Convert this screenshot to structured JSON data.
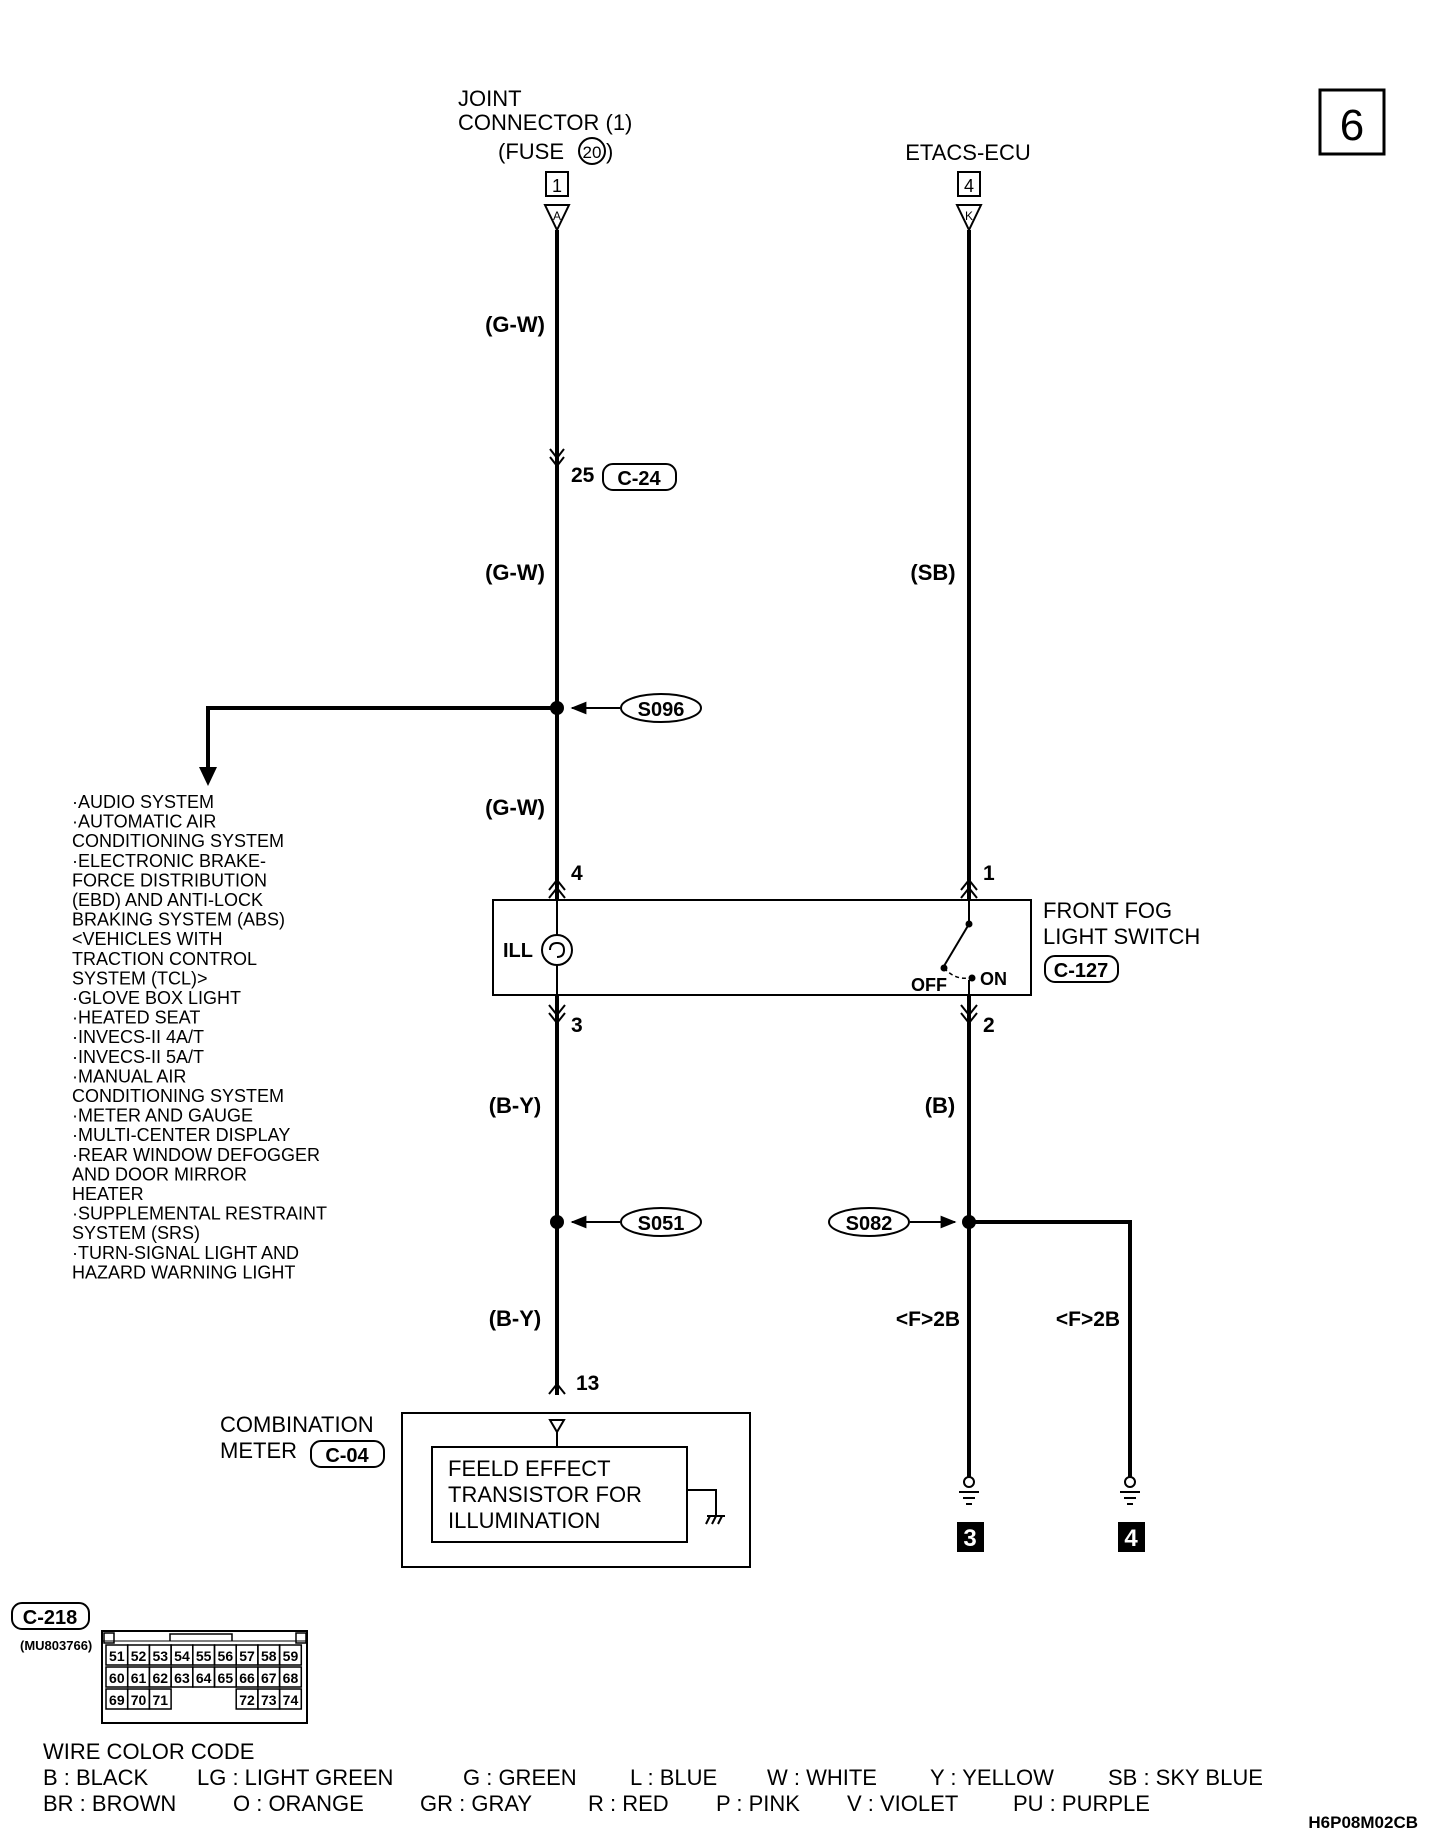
{
  "page_number": "6",
  "top": {
    "joint_connector": {
      "lines": [
        "JOINT",
        "CONNECTOR (1)",
        "(FUSE",
        ")"
      ],
      "fuse_number": "20",
      "pin": "1",
      "connector_letter": "A"
    },
    "etacs": {
      "title": "ETACS-ECU",
      "pin": "4",
      "connector_letter": "K"
    }
  },
  "wires": {
    "gw_1": "(G-W)",
    "gw_2": "(G-W)",
    "gw_3": "(G-W)",
    "sb": "(SB)",
    "by_1": "(B-Y)",
    "by_2": "(B-Y)",
    "b": "(B)",
    "f2b_1": "<F>2B",
    "f2b_2": "<F>2B"
  },
  "connectors": {
    "c24": {
      "pin": "25",
      "name": "C-24"
    },
    "c04": {
      "name": "C-04"
    },
    "c127": {
      "name": "C-127"
    },
    "c218": {
      "name": "C-218",
      "part": "(MU803766)"
    }
  },
  "splices": {
    "s096": "S096",
    "s051": "S051",
    "s082": "S082"
  },
  "pins": {
    "p4": "4",
    "p1": "1",
    "p3": "3",
    "p2": "2",
    "p13": "13"
  },
  "switch": {
    "title_lines": [
      "FRONT FOG",
      "LIGHT SWITCH"
    ],
    "ill": "ILL",
    "off": "OFF",
    "on": "ON"
  },
  "systems_list": [
    "·AUDIO SYSTEM",
    "·AUTOMATIC AIR",
    " CONDITIONING SYSTEM",
    "·ELECTRONIC BRAKE-",
    " FORCE DISTRIBUTION",
    " (EBD) AND ANTI-LOCK",
    " BRAKING SYSTEM (ABS)",
    " <VEHICLES WITH",
    " TRACTION CONTROL",
    " SYSTEM (TCL)>",
    "·GLOVE BOX LIGHT",
    "·HEATED SEAT",
    "·INVECS-II 4A/T",
    "·INVECS-II 5A/T",
    "·MANUAL AIR",
    " CONDITIONING SYSTEM",
    "·METER AND GAUGE",
    "·MULTI-CENTER DISPLAY",
    "·REAR WINDOW DEFOGGER",
    " AND DOOR MIRROR",
    " HEATER",
    "·SUPPLEMENTAL RESTRAINT",
    " SYSTEM (SRS)",
    "·TURN-SIGNAL LIGHT AND",
    " HAZARD WARNING LIGHT"
  ],
  "combination_meter": {
    "label_lines": [
      "COMBINATION",
      "METER"
    ],
    "inner_lines": [
      "FEELD EFFECT",
      "TRANSISTOR FOR",
      "ILLUMINATION"
    ]
  },
  "grounds": {
    "g3": "3",
    "g4": "4"
  },
  "connector_grid": {
    "rows": [
      [
        "51",
        "52",
        "53",
        "54",
        "55",
        "56",
        "57",
        "58",
        "59"
      ],
      [
        "60",
        "61",
        "62",
        "63",
        "64",
        "65",
        "66",
        "67",
        "68"
      ],
      [
        "69",
        "70",
        "71",
        "",
        "",
        "",
        "72",
        "73",
        "74"
      ]
    ]
  },
  "wire_color_code": {
    "title": "WIRE COLOR CODE",
    "row1": [
      "B : BLACK",
      "LG : LIGHT GREEN",
      "G : GREEN",
      "L : BLUE",
      "W : WHITE",
      "Y : YELLOW",
      "SB : SKY BLUE"
    ],
    "row2": [
      "BR : BROWN",
      "O : ORANGE",
      "GR : GRAY",
      "R : RED",
      "P : PINK",
      "V : VIOLET",
      "PU : PURPLE"
    ]
  },
  "figure_code": "H6P08M02CB"
}
